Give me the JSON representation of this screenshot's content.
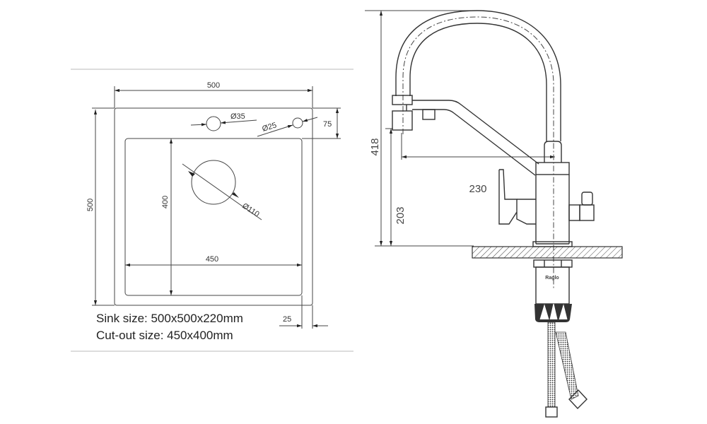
{
  "sink": {
    "width_label": "500",
    "height_label": "500",
    "cutout_height_label": "400",
    "cutout_width_label": "450",
    "hole1_label": "Ø35",
    "hole2_label": "Ø25",
    "drain_label": "Ø110",
    "offset_label": "75",
    "edge_label": "25",
    "sink_size_text": "Sink size: 500x500x220mm",
    "cutout_size_text": "Cut-out size: 450x400mm"
  },
  "faucet": {
    "height_label": "418",
    "spout_height_label": "203",
    "reach_label": "230",
    "brand": "Raglo"
  }
}
